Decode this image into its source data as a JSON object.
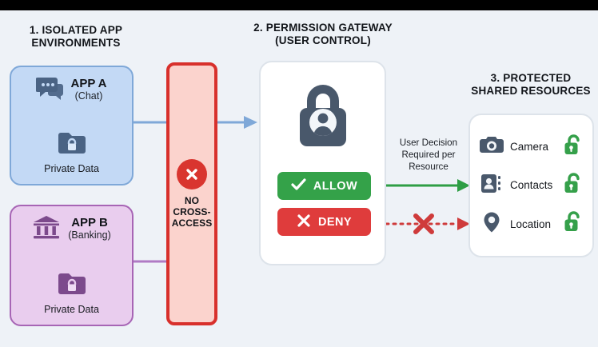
{
  "diagram": {
    "title_bar_color": "#000000",
    "background": "#eef2f7",
    "sections": {
      "one": {
        "heading": "1. ISOLATED APP\nENVIRONMENTS"
      },
      "two": {
        "heading": "2. PERMISSION GATEWAY\n(USER CONTROL)"
      },
      "three": {
        "heading": "3. PROTECTED\nSHARED RESOURCES"
      }
    },
    "apps": [
      {
        "id": "app-a",
        "name": "APP A",
        "subtitle": "(Chat)",
        "icon": "chat-bubbles-icon",
        "data_label": "Private Data",
        "data_icon": "locked-folder-icon",
        "fill": "#c3d9f5",
        "border": "#7fa8d8",
        "icon_color": "#4a6384"
      },
      {
        "id": "app-b",
        "name": "APP B",
        "subtitle": "(Banking)",
        "icon": "bank-building-icon",
        "data_label": "Private Data",
        "data_icon": "locked-folder-icon",
        "fill": "#e9cdee",
        "border": "#a765b5",
        "icon_color": "#7c4a8c"
      }
    ],
    "barrier": {
      "label": "NO\nCROSS-\nACCESS",
      "icon": "x-circle-icon",
      "fill": "#fbd3cd",
      "border": "#d8302c",
      "badge_color": "#d9352f"
    },
    "gateway": {
      "icon": "lock-with-user-icon",
      "icon_color": "#49586b",
      "buttons": [
        {
          "id": "allow",
          "label": "ALLOW",
          "icon": "check-icon",
          "color": "#34a249"
        },
        {
          "id": "deny",
          "label": "DENY",
          "icon": "x-icon",
          "color": "#df3c3c"
        }
      ]
    },
    "note": "User Decision\nRequired per\nResource",
    "resources": [
      {
        "name": "Camera",
        "icon": "camera-icon",
        "lock": "unlocked-padlock-icon",
        "lock_color": "#35a04a"
      },
      {
        "name": "Contacts",
        "icon": "contacts-book-icon",
        "lock": "unlocked-padlock-icon",
        "lock_color": "#35a04a"
      },
      {
        "name": "Location",
        "icon": "map-pin-icon",
        "lock": "unlocked-padlock-icon",
        "lock_color": "#35a04a"
      }
    ],
    "connectors": [
      {
        "id": "app-a-to-gateway",
        "color": "#7fa8d8",
        "style": "solid",
        "has_arrow": true
      },
      {
        "id": "app-b-to-barrier",
        "color": "#b07ac4",
        "style": "solid",
        "has_arrow": false
      },
      {
        "id": "allow-to-resources",
        "color": "#2e9e45",
        "style": "solid",
        "has_arrow": true
      },
      {
        "id": "deny-to-resources",
        "color": "#cf3b3b",
        "style": "dotted",
        "has_arrow": true,
        "blocked_icon": "x-icon"
      }
    ]
  }
}
